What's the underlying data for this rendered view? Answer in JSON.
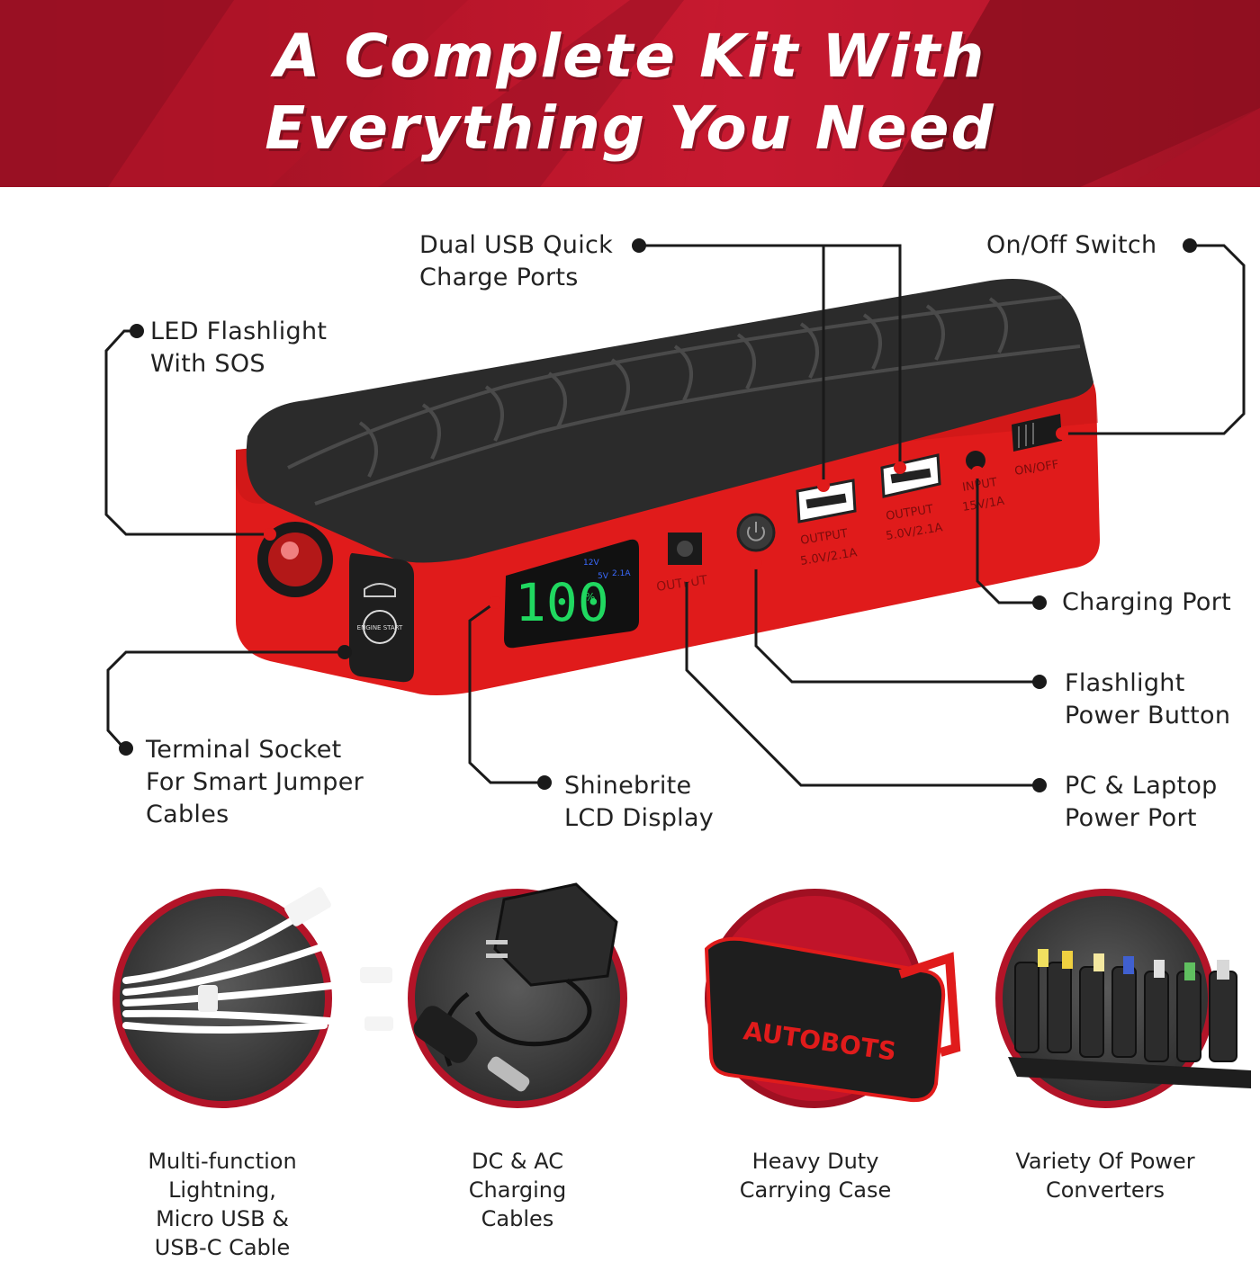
{
  "header": {
    "line1": "A Complete Kit With",
    "line2": "Everything You Need"
  },
  "colors": {
    "brand_red": "#c81a30",
    "device_red": "#e01b1b",
    "dark": "#2b2b2b",
    "lcd_green": "#20d860"
  },
  "device": {
    "lcd": {
      "value": "100",
      "unit": "%",
      "v12": "12V",
      "v5": "5V",
      "amps": "2.1A"
    },
    "button_label": "ENGINE START",
    "port_output_label": "OUTPUT",
    "usb1_label": "OUTPUT",
    "usb1_spec": "5.0V/2.1A",
    "usb2_label": "OUTPUT",
    "usb2_spec": "5.0V/2.1A",
    "input_label": "INPUT",
    "input_spec": "15V/1A",
    "switch_label": "ON/OFF"
  },
  "callouts": {
    "usb": [
      "Dual USB Quick",
      "Charge Ports"
    ],
    "switch": [
      "On/Off Switch"
    ],
    "flashlight": [
      "LED Flashlight",
      "With SOS"
    ],
    "charging": [
      "Charging Port"
    ],
    "flash_button": [
      "Flashlight",
      "Power Button"
    ],
    "terminal": [
      "Terminal Socket",
      "For Smart Jumper",
      "Cables"
    ],
    "lcd": [
      "Shinebrite",
      "LCD Display"
    ],
    "pc_port": [
      "PC & Laptop",
      "Power Port"
    ]
  },
  "accessories": [
    {
      "icon": "usb-cable-icon",
      "caption": [
        "Multi-function",
        "Lightning,",
        "Micro USB &",
        "USB-C Cable"
      ]
    },
    {
      "icon": "charger-icon",
      "caption": [
        "DC & AC",
        "Charging",
        "Cables"
      ]
    },
    {
      "icon": "carrying-case-icon",
      "brand": "AUTOBOTS",
      "caption": [
        "Heavy Duty",
        "Carrying Case"
      ]
    },
    {
      "icon": "power-converters-icon",
      "caption": [
        "Variety Of Power",
        "Converters"
      ]
    }
  ]
}
